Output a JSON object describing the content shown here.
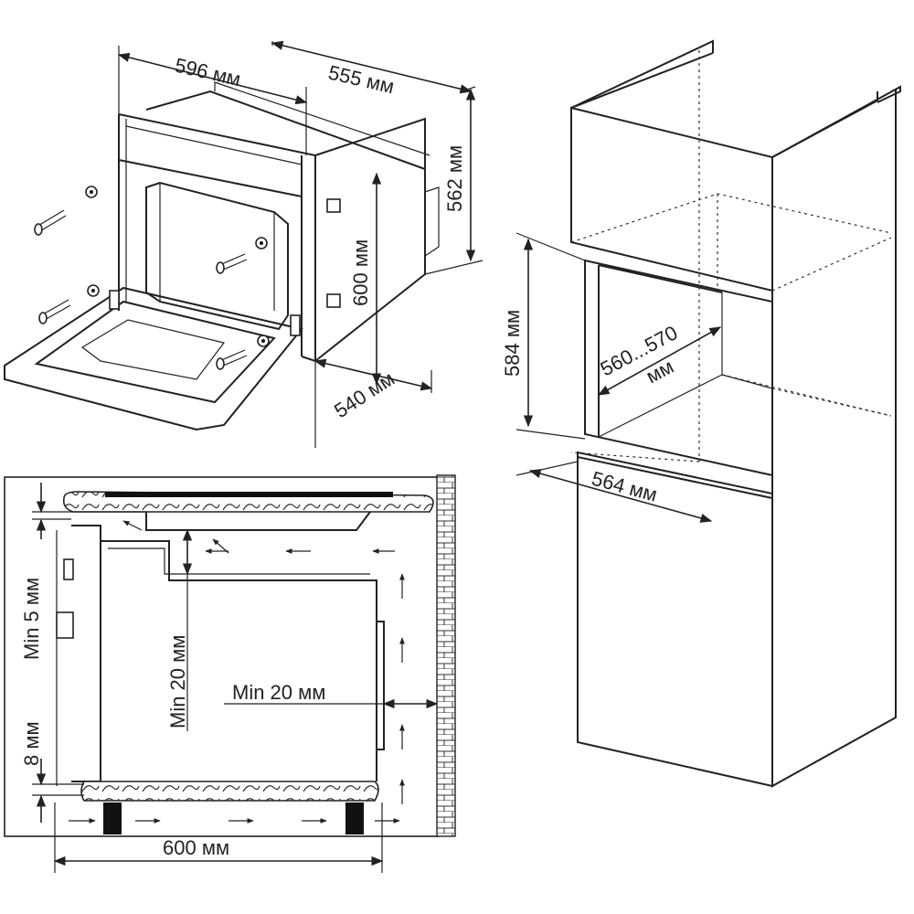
{
  "oven_view": {
    "dims": {
      "width_outer": "596 мм",
      "depth": "555 мм",
      "height_outer": "562 мм",
      "height_front": "600 мм",
      "depth_bottom": "540 мм"
    }
  },
  "cabinet_view": {
    "dims": {
      "niche_height": "584 мм",
      "niche_width_line1": "560...570",
      "niche_width_line2": "мм",
      "niche_depth": "564 мм"
    }
  },
  "section_view": {
    "dims": {
      "gap_top": "Min 5 мм",
      "gap_inner": "Min 20 мм",
      "gap_back": "Min 20 мм",
      "gap_bottom": "8 мм",
      "width": "600 мм"
    }
  },
  "colors": {
    "line": "#222222",
    "background": "#ffffff"
  }
}
